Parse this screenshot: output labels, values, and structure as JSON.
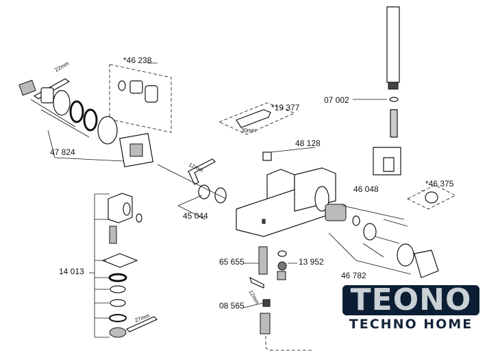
{
  "diagram": {
    "part_labels": {
      "p46238": "*46 238",
      "p47824": "47 824",
      "p19377": "*19 377",
      "p48128": "48 128",
      "p45044": "45 044",
      "p07002": "07 002",
      "p46048": "46 048",
      "p46375": "*46 375",
      "p14013": "14 013",
      "p65655": "65 655",
      "p13952": "13 952",
      "p46782": "46 782",
      "p08565": "08 565"
    },
    "tool_sizes": {
      "wrench_top": "22mm",
      "spanner_box": "30mm",
      "hex_key_left": "12mm",
      "hex_key_bottom": "12mm",
      "wrench_bottom": "27mm"
    }
  },
  "logo": {
    "brand": "TEONO",
    "tagline": "TECHNO HOME"
  }
}
